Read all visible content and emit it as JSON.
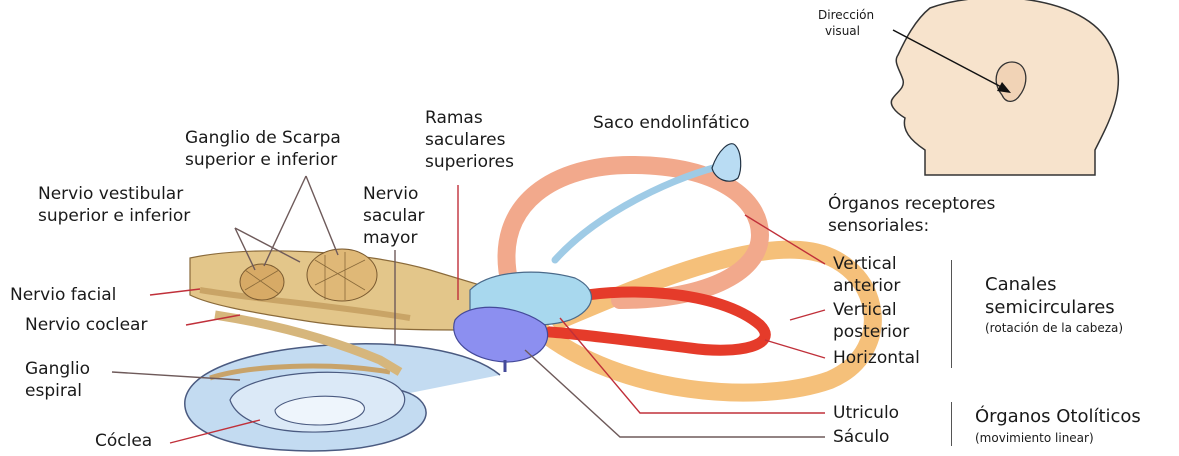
{
  "head_inset": {
    "label_line1": "Dirección",
    "label_line2": "visual"
  },
  "labels": {
    "ganglio_scarpa_1": "Ganglio de Scarpa",
    "ganglio_scarpa_2": "superior e inferior",
    "ramas_1": "Ramas",
    "ramas_2": "saculares",
    "ramas_3": "superiores",
    "saco": "Saco endolinfático",
    "nervio_vestibular_1": "Nervio vestibular",
    "nervio_vestibular_2": "superior e inferior",
    "nervio_sacular_1": "Nervio",
    "nervio_sacular_2": "sacular",
    "nervio_sacular_3": "mayor",
    "nervio_facial": "Nervio facial",
    "nervio_coclear": "Nervio coclear",
    "ganglio_espiral_1": "Ganglio",
    "ganglio_espiral_2": "espiral",
    "coclea": "Cóclea",
    "organos_receptores_1": "Órganos receptores",
    "organos_receptores_2": "sensoriales:",
    "vertical_anterior_1": "Vertical",
    "vertical_anterior_2": "anterior",
    "vertical_posterior_1": "Vertical",
    "vertical_posterior_2": "posterior",
    "horizontal": "Horizontal",
    "utriculo": "Utriculo",
    "saculo": "Sáculo"
  },
  "groups": {
    "canales_1": "Canales",
    "canales_2": "semicirculares",
    "canales_note": "(rotación de la cabeza)",
    "otoliticos": "Órganos Otolíticos",
    "otoliticos_note": "(movimiento linear)"
  },
  "colors": {
    "anterior_canal": "#f2a98c",
    "posterior_canal": "#f5c07a",
    "horizontal_canal": "#e53b2a",
    "utricle": "#a8d8ee",
    "saccule": "#8c8ff0",
    "cochlea": "#b7d2ec",
    "nerve": "#e3c68a",
    "leader_red": "#c0303a",
    "leader_gray": "#6e5a5a",
    "skin": "#f7e3cc"
  }
}
